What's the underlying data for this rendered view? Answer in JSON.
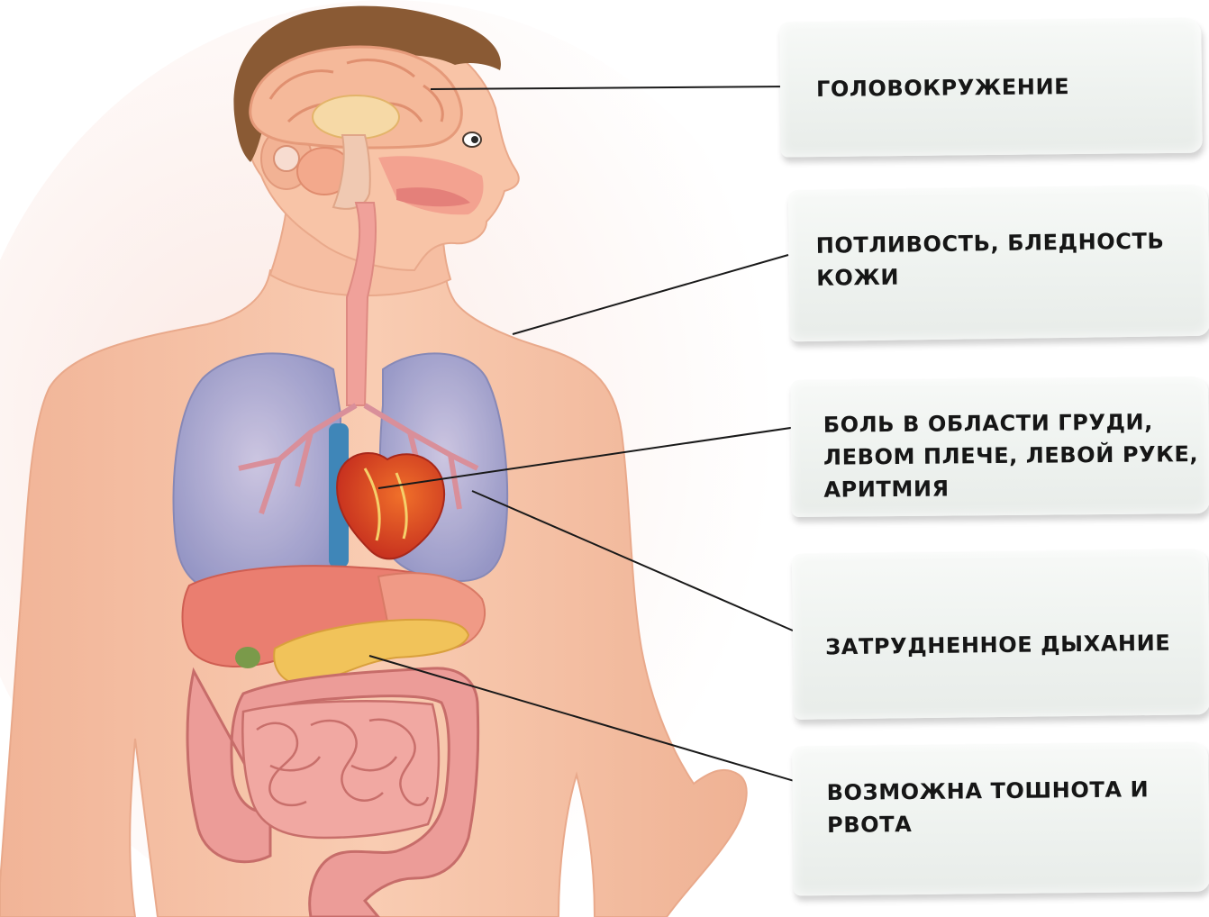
{
  "symptoms": [
    {
      "id": "dizziness",
      "label": "ГОЛОВОКРУЖЕНИЕ"
    },
    {
      "id": "sweating",
      "label": "ПОТЛИВОСТЬ, БЛЕДНОСТЬ\nКОЖИ"
    },
    {
      "id": "chest-pain",
      "label": "БОЛЬ В ОБЛАСТИ ГРУДИ,\nЛЕВОМ ПЛЕЧЕ, ЛЕВОЙ РУКЕ,\nАРИТМИЯ"
    },
    {
      "id": "breathing",
      "label": "ЗАТРУДНЕННОЕ ДЫХАНИЕ"
    },
    {
      "id": "nausea",
      "label": "ВОЗМОЖНА ТОШНОТА И\nРВОТА"
    }
  ],
  "colors": {
    "skin": "#f7c2a6",
    "skin_shadow": "#eaa688",
    "hair": "#8a5a34",
    "lungs": "#a9abd6",
    "heart": "#d9402c",
    "liver": "#e97a6c",
    "intestine": "#ec9c98",
    "pancreas": "#f1c35a",
    "leader_line": "#1a1a1a",
    "card_bg": "#eef2ef"
  }
}
